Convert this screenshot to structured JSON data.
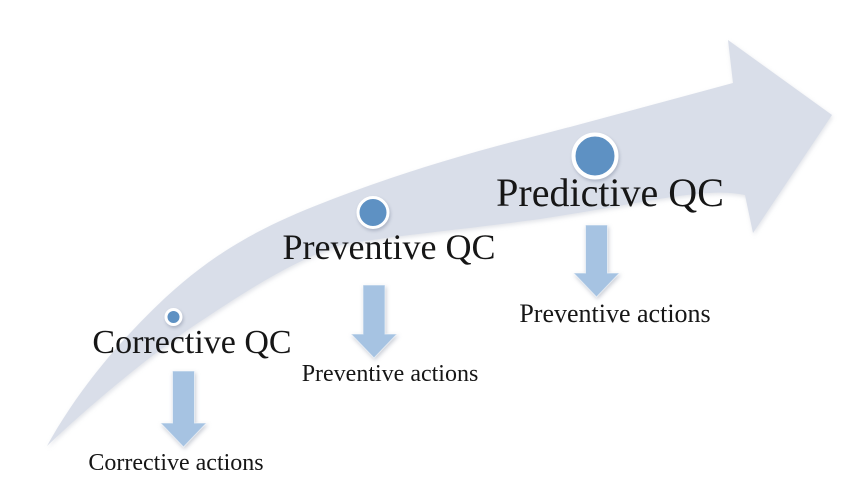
{
  "diagram": {
    "stages": [
      {
        "qc_label": "Corrective QC",
        "action_label": "Corrective actions"
      },
      {
        "qc_label": "Preventive QC",
        "action_label": "Preventive actions"
      },
      {
        "qc_label": "Predictive QC",
        "action_label": "Preventive actions"
      }
    ]
  },
  "colors": {
    "background": "#ffffff",
    "trend_arrow": "#d9dee9",
    "marker_fill": "#5e91c3",
    "marker_ring": "#ffffff",
    "down_arrow": "#a6c3e2",
    "label_text": "#161616"
  }
}
